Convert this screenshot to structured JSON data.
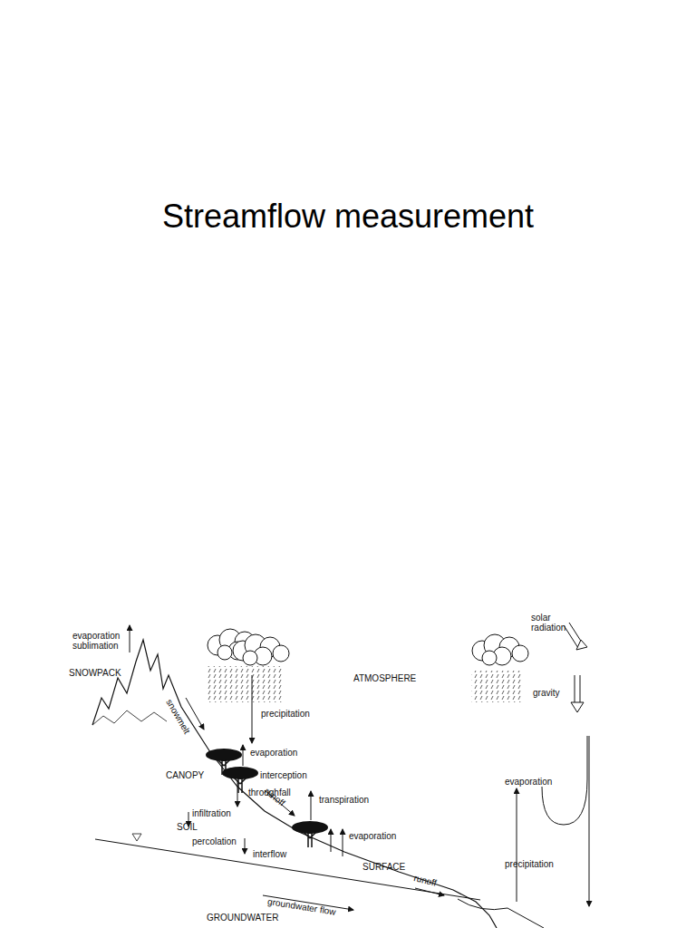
{
  "diagram": {
    "title": "Streamflow measurement",
    "labels": [
      "evaporation sublimation",
      "SNOWPACK",
      "solar radiation",
      "ATMOSPHERE",
      "gravity",
      "snowmelt",
      "precipitation",
      "evaporation",
      "CANOPY",
      "interception",
      "throughfall",
      "evaporation",
      "transpiration",
      "runoff",
      "infiltration",
      "SOIL",
      "percolation",
      "interflow",
      "evaporation",
      "precipitation",
      "SURFACE",
      "runoff",
      "groundwater flow",
      "GROUNDWATER"
    ]
  }
}
